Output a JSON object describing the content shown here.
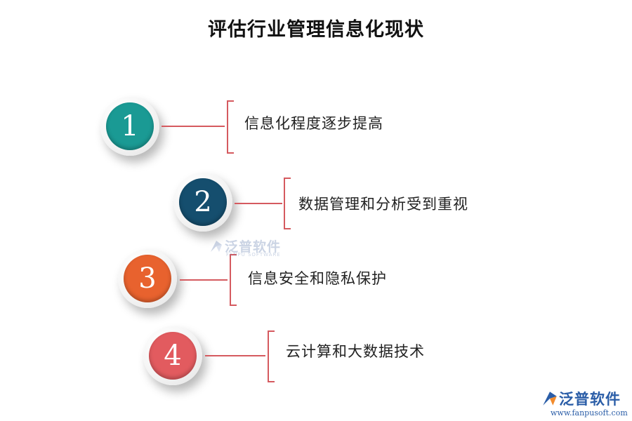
{
  "title": "评估行业管理信息化现状",
  "steps": [
    {
      "number": "1",
      "label": "信息化程度逐步提高",
      "color": "#1a9a94"
    },
    {
      "number": "2",
      "label": "数据管理和分析受到重视",
      "color": "#154e6e"
    },
    {
      "number": "3",
      "label": "信息安全和隐私保护",
      "color": "#e8622e"
    },
    {
      "number": "4",
      "label": "云计算和大数据技术",
      "color": "#e25b5f"
    }
  ],
  "watermark": {
    "name": "泛普软件",
    "sub": "FANPU SOFTWARE",
    "icon": "fanpu-logo-icon"
  },
  "logo": {
    "name": "泛普软件",
    "url": "www.fanpusoft.com",
    "icon": "fanpu-logo-icon"
  },
  "accent_line_color": "#d55a5f"
}
